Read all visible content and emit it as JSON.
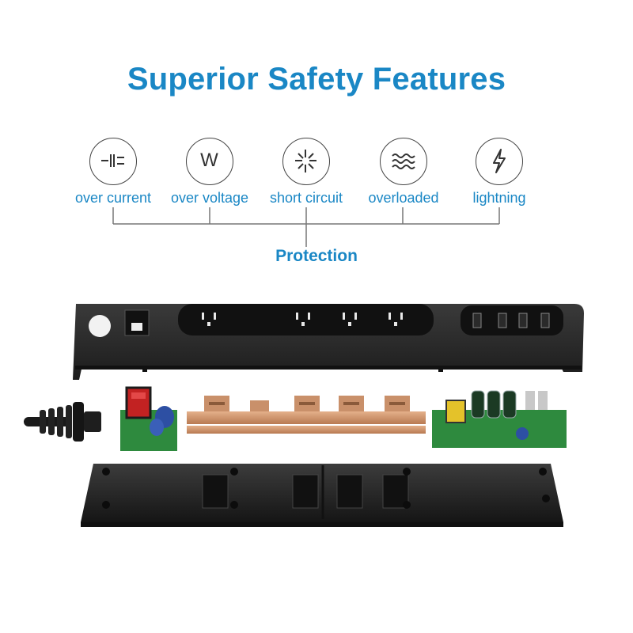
{
  "title": "Superior Safety Features",
  "features": [
    {
      "label": "over current",
      "icon": "over-current-icon"
    },
    {
      "label": "over voltage",
      "icon": "over-voltage-icon",
      "glyph": "W"
    },
    {
      "label": "short circuit",
      "icon": "short-circuit-icon"
    },
    {
      "label": "overloaded",
      "icon": "overloaded-icon"
    },
    {
      "label": "lightning",
      "icon": "lightning-icon"
    }
  ],
  "protection_label": "Protection",
  "colors": {
    "accent": "#1a87c5",
    "housing": "#262626",
    "pcb": "#2e8a3e",
    "copper": "#d39a72",
    "switch": "#d62a2a"
  }
}
